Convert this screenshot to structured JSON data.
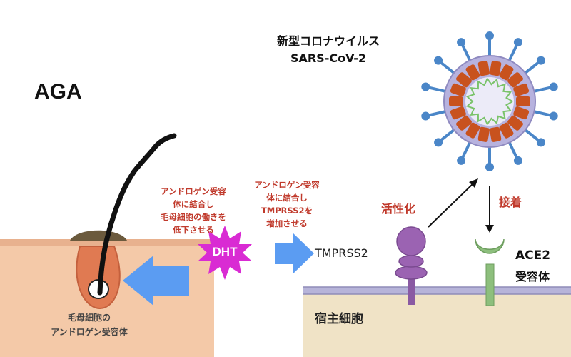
{
  "aga_title": "AGA",
  "virus": {
    "title_ja": "新型コロナウイルス",
    "title_en": "SARS-CoV-2"
  },
  "aga_note": [
    "アンドロゲン受容",
    "体に結合し",
    "毛母細胞の働きを",
    "低下させる"
  ],
  "tmprss_note": [
    "アンドロゲン受容",
    "体に結合し",
    "TMPRSS2を",
    "増加させる"
  ],
  "follicle_label": [
    "毛母細胞の",
    "アンドロゲン受容体"
  ],
  "dht_label": "DHT",
  "tmprss2_label": "TMPRSS2",
  "activation_label": "活性化",
  "attachment_label": "接着",
  "ace2_label": "ACE2",
  "receptor_label": "受容体",
  "host_cell_label": "宿主細胞",
  "colors": {
    "accent_red": "#c0392b",
    "arrow_blue": "#5b9cf2",
    "dht_magenta": "#d92bd3",
    "skin": "#f4c9a8",
    "tmprss2_purple": "#9b63b2",
    "ace2_green": "#8dbf7d",
    "spike_blue": "#4a86c8",
    "virus_orange": "#c8521e"
  }
}
